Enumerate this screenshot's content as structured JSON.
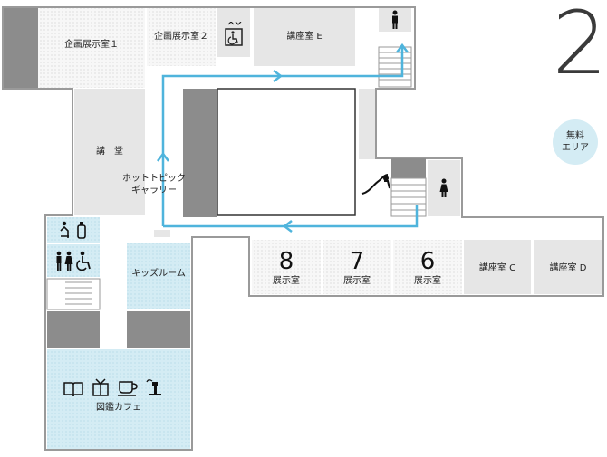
{
  "floor_number": "2",
  "legend": {
    "line1": "無料",
    "line2": "エリア",
    "color": "#d4ecf4"
  },
  "rooms": {
    "kikaku1": "企画展示室１",
    "kikaku2": "企画展示室２",
    "koza_e": "講座室 E",
    "kodo": "講　堂",
    "hot_topic_1": "ホットトピック",
    "hot_topic_2": "ギャラリー",
    "kids_room": "キッズルーム",
    "library_cafe": "図鑑カフェ",
    "ex8_num": "8",
    "ex8_label": "展示室",
    "ex7_num": "7",
    "ex7_label": "展示室",
    "ex6_num": "6",
    "ex6_label": "展示室",
    "koza_c": "講座室 C",
    "koza_d": "講座室 D"
  },
  "icons": [
    "elevator-accessible-icon",
    "male-restroom-icon",
    "female-restroom-icon",
    "escalator-icon",
    "baby-care-icon",
    "restroom-accessible-icon",
    "book-icon",
    "gift-icon",
    "coffee-icon",
    "water-fountain-icon"
  ],
  "colors": {
    "route": "#4fb4dc",
    "free_area": "#d4ecf4",
    "wall": "#9a9a9a",
    "room_gray": "#e6e6e6",
    "dark_gray": "#8c8c8c"
  }
}
